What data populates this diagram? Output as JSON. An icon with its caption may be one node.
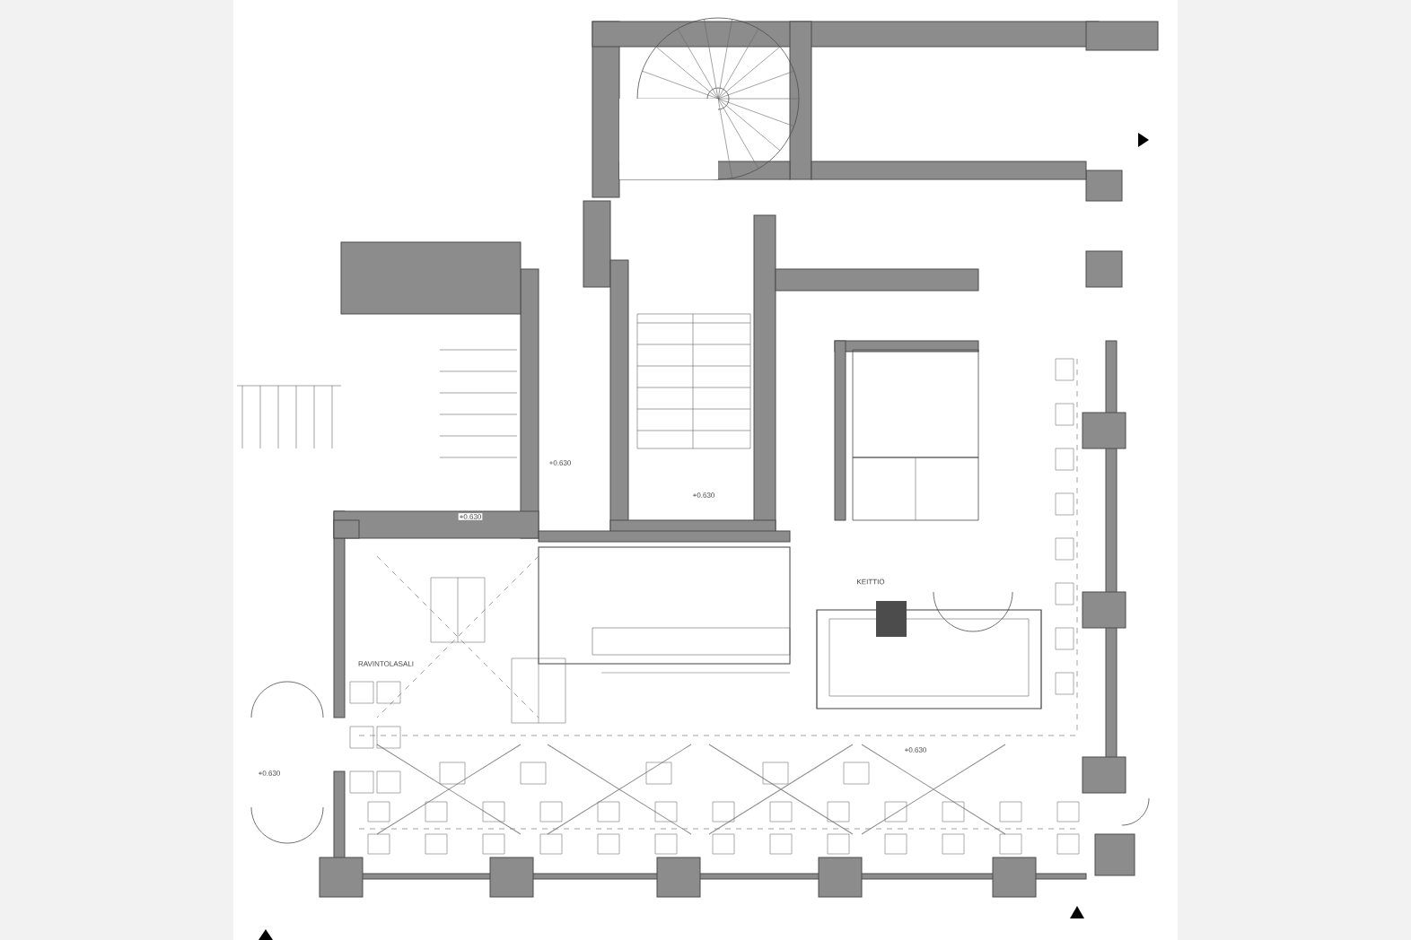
{
  "diagram": {
    "labels": [
      "+0.630",
      "+0.630",
      "+0.630",
      "RAVINTOLASALI",
      "KEITTIÖ",
      "+0.630",
      "+0.630"
    ]
  }
}
